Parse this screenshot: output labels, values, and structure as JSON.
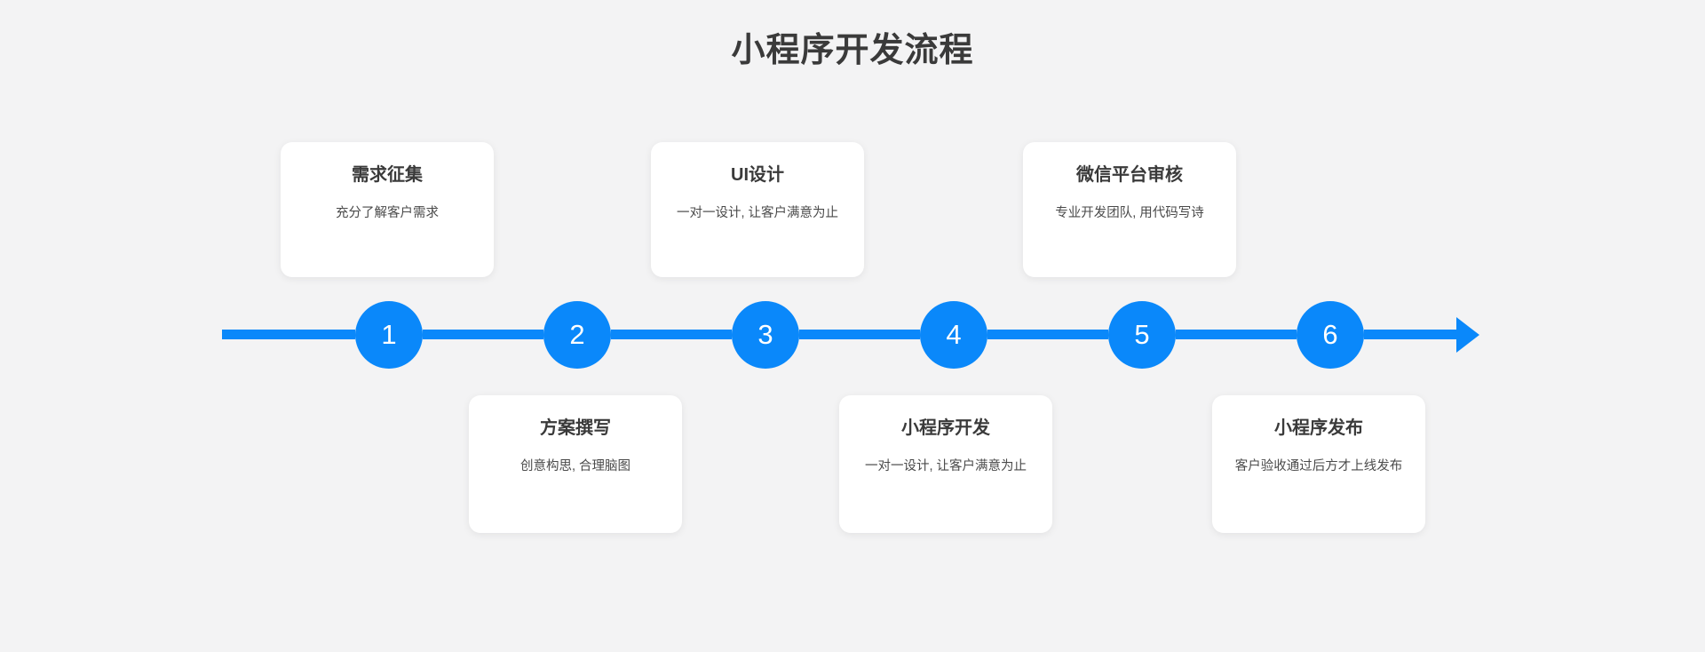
{
  "page": {
    "title": "小程序开发流程",
    "background_color": "#f3f3f4",
    "accent_color": "#0a88fa",
    "card_color": "#ffffff",
    "title_color": "#3a3a3a"
  },
  "timeline": {
    "orientation": "horizontal",
    "arrow_direction": "right",
    "nodes": [
      {
        "number": "1",
        "position": "top"
      },
      {
        "number": "2",
        "position": "bottom"
      },
      {
        "number": "3",
        "position": "top"
      },
      {
        "number": "4",
        "position": "bottom"
      },
      {
        "number": "5",
        "position": "top"
      },
      {
        "number": "6",
        "position": "bottom"
      }
    ]
  },
  "steps": [
    {
      "number": "1",
      "title": "需求征集",
      "description": "充分了解客户需求",
      "position": "top"
    },
    {
      "number": "2",
      "title": "方案撰写",
      "description": "创意构思, 合理脑图",
      "position": "bottom"
    },
    {
      "number": "3",
      "title": "UI设计",
      "description": "一对一设计, 让客户满意为止",
      "position": "top"
    },
    {
      "number": "4",
      "title": "小程序开发",
      "description": "一对一设计, 让客户满意为止",
      "position": "bottom"
    },
    {
      "number": "5",
      "title": "微信平台审核",
      "description": "专业开发团队, 用代码写诗",
      "position": "top"
    },
    {
      "number": "6",
      "title": "小程序发布",
      "description": "客户验收通过后方才上线发布",
      "position": "bottom"
    }
  ]
}
